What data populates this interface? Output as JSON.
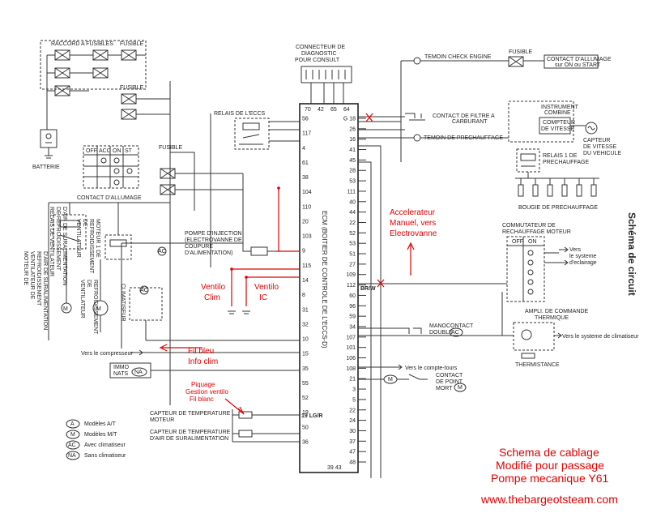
{
  "colors": {
    "ink": "#222222",
    "annotation": "#e00000",
    "paper": "#ffffff"
  },
  "labels": {
    "raccord": "RACCORD A FUSIBLES",
    "fusible_1": "FUSIBLE",
    "fusible_2": "FUSIBLE",
    "fusible_3": "FUSIBLE",
    "fusible_4": "FUSIBLE",
    "batterie": "BATTERIE",
    "contact_allumage": "CONTACT D'ALLUMAGE",
    "sw_off": "OFF",
    "sw_acc": "ACC",
    "sw_on": "ON",
    "sw_st": "ST",
    "connecteur_1": "CONNECTEUR DE",
    "connecteur_2": "DIAGNOSTIC",
    "connecteur_3": "POUR CONSULT",
    "relais_eccs": "RELAIS DE L'ECCS",
    "temoin_check": "TEMOIN CHECK ENGINE",
    "contact_allumage_on_1": "CONTACT D'ALLUMAGE",
    "contact_allumage_on_2": "sur ON ou START",
    "instrument_1": "INSTRUMENT",
    "instrument_2": "COMBINE",
    "compteur_1": "COMPTEUR",
    "compteur_2": "DE VITESSE",
    "capteur_vit_1": "CAPTEUR",
    "capteur_vit_2": "DE VITESSE",
    "capteur_vit_3": "DU VEHICULE",
    "contact_filtre_1": "CONTACT DE FILTRE A",
    "contact_filtre_2": "CARBURANT",
    "temoin_prechauffage": "TEMOIN DE PRECHAUFFAGE",
    "relais_prechauffage_1": "RELAIS 1 DE",
    "relais_prechauffage_2": "PRECHAUFFAGE",
    "bougie": "BOUGIE DE PRECHAUFFAGE",
    "commutateur_1": "COMMUTATEUR DE",
    "commutateur_2": "RECHAUFFAGE MOTEUR",
    "vers_eclairage_1": "Vers",
    "vers_eclairage_2": "le systeme",
    "vers_eclairage_3": "d'eclairage",
    "pompe_1": "POMPE D'INJECTION",
    "pompe_2": "(ELECTROVANNE DE",
    "pompe_3": "COUPURE",
    "pompe_4": "D'ALIMENTATION)",
    "ecm": "ECM (BOITIER DE CONTROLE DE L'ECCS-D)",
    "manocontact_1": "MANOCONTACT",
    "manocontact_2": "DOUBLE",
    "ampli_1": "AMPLI. DE COMMANDE",
    "ampli_2": "THERMIQUE",
    "vers_clim": "Vers le systeme de climatiseur",
    "thermistance": "THERMISTANCE",
    "vers_compresseur": "Vers le compresseur",
    "immo_1": "IMMO",
    "immo_2": "NATS",
    "vers_compte_tours": "Vers le compte-tours",
    "contact_point_1": "CONTACT",
    "contact_point_2": "DE POINT",
    "contact_point_3": "MORT",
    "capteur_temp_1": "CAPTEUR DE TEMPERATURE",
    "capteur_temp_2": "MOTEUR",
    "capteur_air_1": "CAPTEUR DE TEMPERATURE",
    "capteur_air_2": "D'AIR DE SURALIMENTATION",
    "relais_vent_1": "RELAIS DE VENTILATEUR",
    "relais_vent_2": "DE REFROIDISSEMENT",
    "relais_vent_3": "D'AIR DE SURALIMENTATION",
    "vent_moteur_1": "VENTILATEUR",
    "vent_moteur_2": "DE",
    "vent_moteur_3": "REFROIDISSEMENT",
    "vent_moteur_4": "MOTEUR 1 DE",
    "vent_ref_1": "MOTEUR DE",
    "vent_ref_2": "VENTILATEUR DE",
    "vent_ref_3": "REFROIDISSEMENT",
    "vent_ref_4": "D'AIR DE SURALIMENTATION",
    "moteur_vent_1": "VENTILATEUR",
    "moteur_vent_2": "DE",
    "moteur_vent_3": "REFROIDISSEMENT",
    "clim_1": "CLIMATISEUR",
    "side_title": "Schéma de circuit",
    "tag_a": "A",
    "tag_m": "M",
    "tag_ac": "AC",
    "tag_na": "NA",
    "pin_br_w": "BR/W",
    "pin_lg_r": "19 LG/R"
  },
  "legend": [
    {
      "tag": "A",
      "text": "Modèles A/T"
    },
    {
      "tag": "M",
      "text": "Modèles M/T"
    },
    {
      "tag": "AC",
      "text": "Avec climatiseur"
    },
    {
      "tag": "NA",
      "text": "Sans climatiseur"
    }
  ],
  "ecm_top_pins": [
    "70",
    "42",
    "65",
    "64"
  ],
  "ecm_left_pins": [
    "56",
    "117",
    "4",
    "61",
    "38",
    "104",
    "110",
    "20",
    "103",
    "9",
    "115",
    "14",
    "8",
    "31",
    "32",
    "10",
    "15",
    "35",
    "55",
    "52",
    "19",
    "50",
    "36"
  ],
  "ecm_right_pins": [
    "G 18",
    "26",
    "16",
    "41",
    "45",
    "28",
    "53",
    "111",
    "40",
    "44",
    "22",
    "52",
    "53",
    "51",
    "27",
    "109",
    "112",
    "60",
    "96",
    "59",
    "34",
    "107",
    "101",
    "106",
    "108",
    "21",
    "3",
    "5",
    "22",
    "24",
    "30",
    "37",
    "47",
    "48"
  ],
  "ecm_bottom_pins": "39 43",
  "annotations": {
    "accel_1": "Accelerateur",
    "accel_2": "Manuel, vers",
    "accel_3": "Electrovanne",
    "ventilo_clim_1": "Ventilo",
    "ventilo_clim_2": "Clim",
    "ventilo_ic_1": "Ventilo",
    "ventilo_ic_2": "IC",
    "fil_bleu_1": "Fil bleu",
    "fil_bleu_2": "Info clim",
    "piquage_1": "Piquage",
    "piquage_2": "Gestion ventilo",
    "piquage_3": "Fil blanc",
    "schema_1": "Schema de cablage",
    "schema_2": "Modifié pour passage",
    "schema_3": "Pompe mecanique Y61",
    "website": "www.thebargeotsteam.com"
  }
}
